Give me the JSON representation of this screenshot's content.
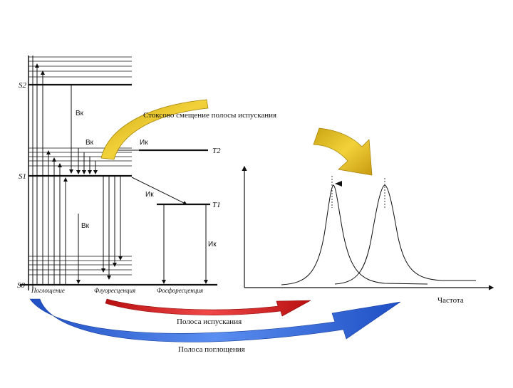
{
  "states": {
    "s2": "S2",
    "s1": "S1",
    "s0": "S0",
    "t2": "T2",
    "t1": "T1"
  },
  "transitions": {
    "vk_top": "Вк",
    "vk_mid": "Вк",
    "ik_top": "Ик",
    "ik_mid": "Ик",
    "vk_low": "Вк",
    "ik_right": "Ик"
  },
  "bottom_labels": {
    "absorption": "Поглощение",
    "fluorescence": "Флуоресценция",
    "phosphorescence": "Фосфоресценция"
  },
  "captions": {
    "stokes_shift": "Стоксово смещение полосы испускания",
    "frequency_axis": "Частота",
    "emission_band": "Полоса испускания",
    "absorption_band": "Полоса поглощения"
  },
  "colors": {
    "stokes_arrow": "#d9b820",
    "emission_arrow": "#d81e1e",
    "absorption_arrow": "#2a63d8"
  }
}
